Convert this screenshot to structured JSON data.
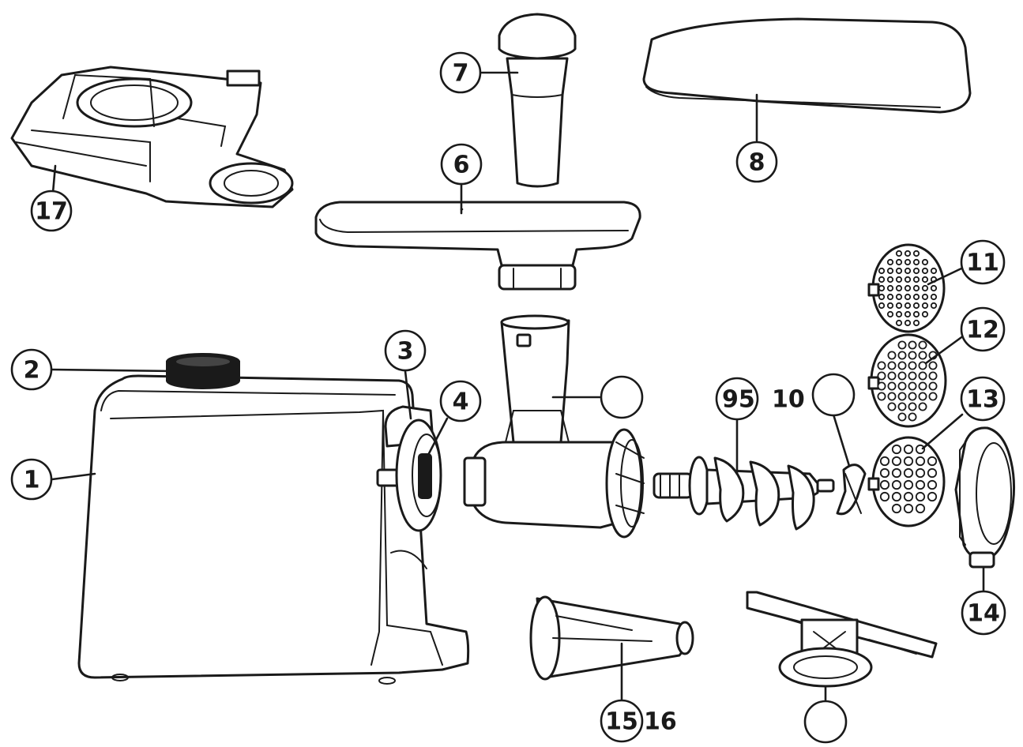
{
  "callouts": {
    "c1": "1",
    "c2": "2",
    "c3": "3",
    "c4": "4",
    "c6": "6",
    "c7": "7",
    "c8": "8",
    "c11": "11",
    "c12": "12",
    "c13": "13",
    "c14": "14",
    "c15": "15",
    "c17": "17",
    "c_blank_head": "",
    "c_blank_blade": "",
    "c_blank_attachment": ""
  },
  "free_labels": {
    "auger_label": "95",
    "ten_label": "10",
    "sixteen_label": "16"
  }
}
